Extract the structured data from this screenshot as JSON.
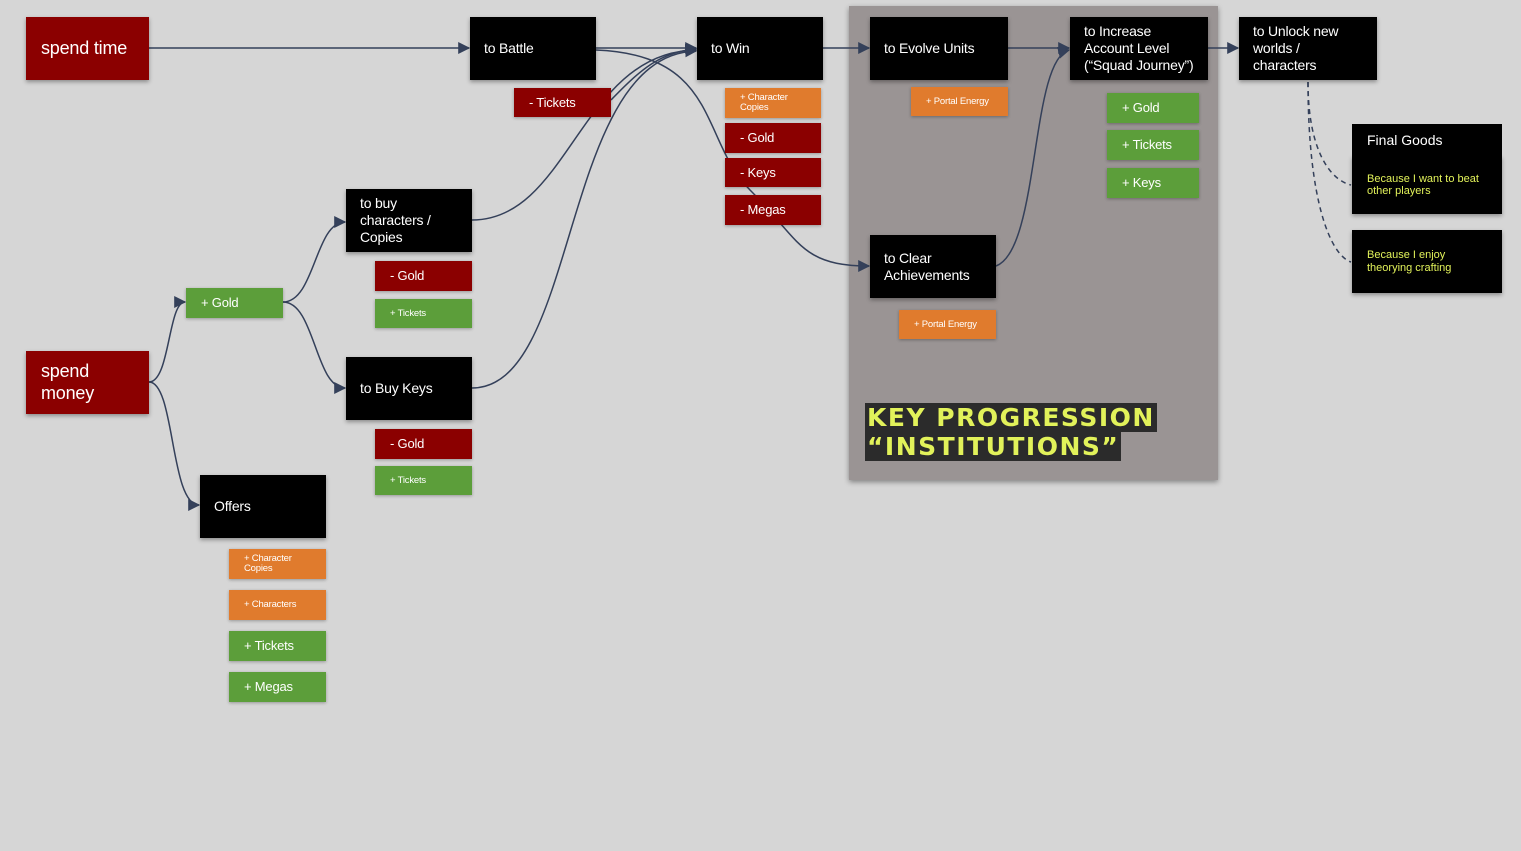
{
  "sources": {
    "spend_time": "spend time",
    "spend_money": "spend money"
  },
  "actions": {
    "to_battle": "to Battle",
    "to_win": "to Win",
    "to_evolve_units": "to Evolve Units",
    "to_increase_account_level": "to Increase Account Level (“Squad Journey”)",
    "to_unlock_new_worlds": "to Unlock new worlds / characters",
    "to_buy_characters": "to buy characters / Copies",
    "to_buy_keys": "to Buy Keys",
    "to_clear_achievements": "to Clear Achievements",
    "offers": "Offers"
  },
  "tags": {
    "battle_tickets": "- Tickets",
    "money_gold": "+ Gold",
    "win_character_copies": "+ Character Copies",
    "win_gold": "- Gold",
    "win_keys": "- Keys",
    "win_megas": "- Megas",
    "evolve_portal_energy": "+ Portal Energy",
    "level_gold": "+ Gold",
    "level_tickets": "+ Tickets",
    "level_keys": "+ Keys",
    "buychar_gold": "- Gold",
    "buychar_tickets": "+ Tickets",
    "buykeys_gold": "- Gold",
    "buykeys_tickets": "+ Tickets",
    "achieve_portal_energy": "+ Portal Energy",
    "offers_character_copies": "+ Character Copies",
    "offers_characters": "+ Characters",
    "offers_tickets": "+ Tickets",
    "offers_megas": "+ Megas"
  },
  "panel": {
    "title_line1": "KEY PROGRESSION",
    "title_line2": "“INSTITUTIONS”"
  },
  "final_goods": {
    "title": "Final Goods",
    "reason1": "Because I want to beat other players",
    "reason2": "Because I enjoy theorying crafting"
  },
  "colors": {
    "background": "#d6d6d6",
    "node_black": "#000000",
    "node_red": "#8b0000",
    "tag_green": "#5c9e3a",
    "tag_orange": "#e07b2d",
    "panel": "#9a9494",
    "highlight_text": "#e2f25a",
    "connector": "#34405a"
  }
}
